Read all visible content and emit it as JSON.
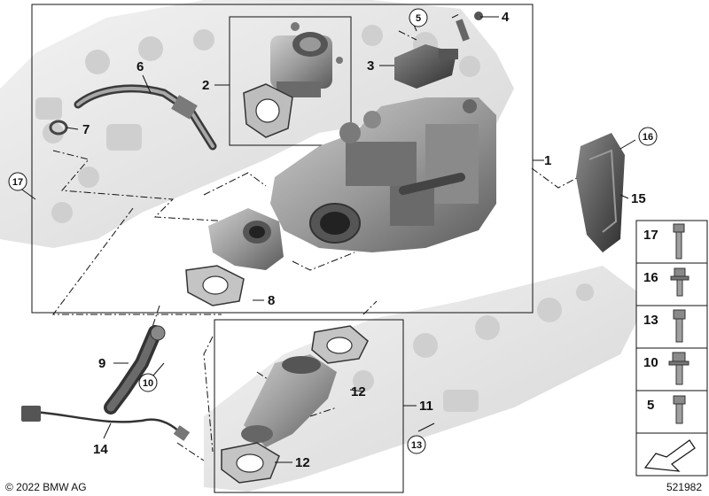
{
  "callouts": {
    "c1": "1",
    "c2": "2",
    "c3": "3",
    "c4": "4",
    "c5": "5",
    "c6": "6",
    "c7": "7",
    "c8": "8",
    "c9": "9",
    "c10": "10",
    "c11": "11",
    "c12a": "12",
    "c12b": "12",
    "c13": "13",
    "c14": "14",
    "c15": "15",
    "c16": "16",
    "c17": "17"
  },
  "hardware_legend": [
    {
      "label": "17",
      "icon": "long-bolt-icon"
    },
    {
      "label": "16",
      "icon": "flange-bolt-icon"
    },
    {
      "label": "13",
      "icon": "hex-bolt-icon"
    },
    {
      "label": "10",
      "icon": "flange-bolt-icon"
    },
    {
      "label": "5",
      "icon": "short-bolt-icon"
    }
  ],
  "copyright": "© 2022 BMW AG",
  "diagram_number": "521982",
  "colors": {
    "line": "#111111",
    "ghost": "#e6e6e6",
    "part": "#8c8c8c",
    "part_dark": "#4a4a4a"
  }
}
